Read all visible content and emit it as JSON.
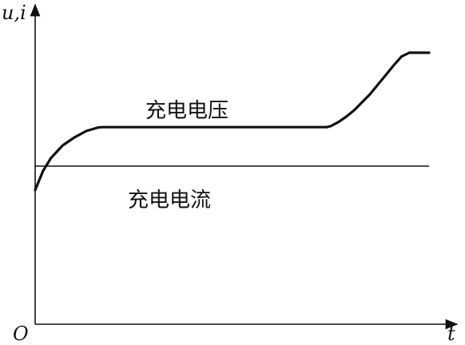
{
  "chart_data": {
    "type": "line",
    "title": "",
    "xlabel": "t",
    "ylabel": "u,i",
    "origin_label": "O",
    "grid": false,
    "legend": "none",
    "xlim": [
      0,
      100
    ],
    "ylim": [
      0,
      100
    ],
    "axis_color": "#111111",
    "series": [
      {
        "name": "充电电压",
        "color": "#111111",
        "x": [
          0,
          2,
          4,
          7,
          10,
          13,
          16,
          17,
          20,
          30,
          45,
          60,
          74,
          75,
          77,
          79,
          81,
          83,
          85,
          87,
          89,
          91,
          93,
          95,
          98,
          100
        ],
        "y": [
          42,
          48,
          52,
          56,
          58.5,
          60.5,
          61.6,
          61.7,
          61.7,
          61.7,
          61.7,
          61.7,
          61.7,
          62,
          63.3,
          65,
          67,
          69.5,
          72,
          75,
          78,
          81,
          83.8,
          85,
          85,
          85
        ]
      },
      {
        "name": "充电电流",
        "color": "#111111",
        "x": [
          0,
          100
        ],
        "y": [
          49.5,
          49.5
        ]
      }
    ]
  }
}
